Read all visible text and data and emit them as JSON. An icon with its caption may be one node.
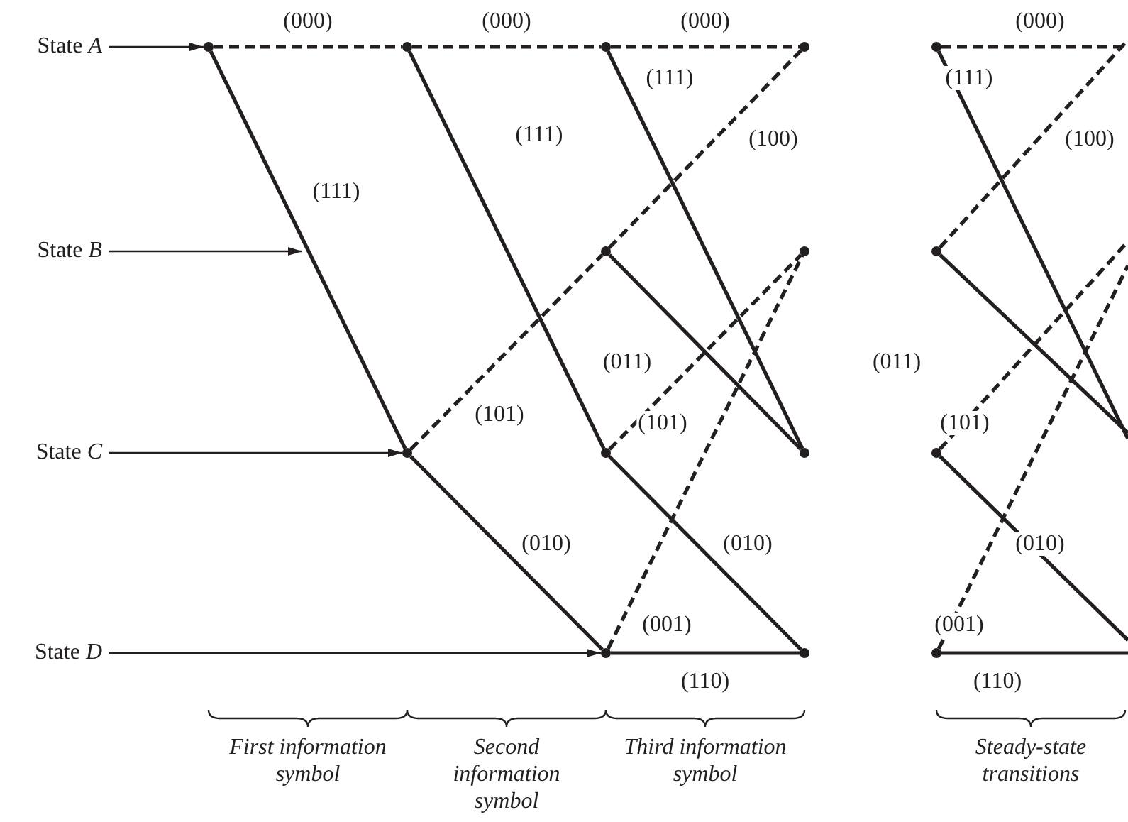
{
  "diagram": {
    "nodes": [
      {
        "text": [
          "State *A*"
        ]
      },
      {
        "text": [
          "State *B*"
        ]
      },
      {
        "text": [
          "State *C*"
        ]
      },
      {
        "text": [
          "State *D*"
        ]
      },
      {
        "text": [],
        "shape": "circle"
      },
      {
        "text": [],
        "shape": "circle"
      },
      {
        "text": [],
        "shape": "circle"
      },
      {
        "text": [],
        "shape": "circle"
      },
      {
        "text": [],
        "shape": "circle"
      },
      {
        "text": [],
        "shape": "circle"
      },
      {
        "text": [],
        "shape": "circle"
      },
      {
        "text": [],
        "shape": "circle"
      },
      {
        "text": [],
        "shape": "circle"
      },
      {
        "text": [],
        "shape": "circle"
      },
      {
        "text": [],
        "shape": "circle"
      },
      {
        "text": [],
        "shape": "circle"
      },
      {
        "text": [],
        "shape": "circle"
      },
      {
        "text": [],
        "shape": "circle"
      },
      {
        "text": [],
        "shape": "circle"
      }
    ],
    "edges": [
      {
        "from": 0,
        "to": 4,
        "arrow": "to"
      },
      {
        "from": 1,
        "to": null,
        "arrow": "to"
      },
      {
        "from": 2,
        "to": 6,
        "arrow": "to"
      },
      {
        "from": 3,
        "to": 10,
        "arrow": "to"
      },
      {
        "from": 4,
        "to": 5,
        "arrow": "none",
        "label": "(000)",
        "style": "dashed"
      },
      {
        "from": 4,
        "to": 6,
        "arrow": "none",
        "label": "(111)"
      },
      {
        "from": 5,
        "to": 7,
        "arrow": "none",
        "label": "(000)",
        "style": "dashed"
      },
      {
        "from": 5,
        "to": 9,
        "arrow": "none",
        "label": "(111)"
      },
      {
        "from": 6,
        "to": 8,
        "arrow": "none",
        "label": "(101)",
        "style": "dashed"
      },
      {
        "from": 6,
        "to": 10,
        "arrow": "none",
        "label": "(010)"
      },
      {
        "from": 7,
        "to": 11,
        "arrow": "none",
        "label": "(000)",
        "style": "dashed"
      },
      {
        "from": 7,
        "to": 13,
        "arrow": "none",
        "label": "(111)"
      },
      {
        "from": 8,
        "to": 11,
        "arrow": "none",
        "label": "(100)",
        "style": "dashed"
      },
      {
        "from": 8,
        "to": 13,
        "arrow": "none",
        "label": "(011)"
      },
      {
        "from": 9,
        "to": 12,
        "arrow": "none",
        "label": "(101)",
        "style": "dashed"
      },
      {
        "from": 9,
        "to": 14,
        "arrow": "none",
        "label": "(010)"
      },
      {
        "from": 10,
        "to": 12,
        "arrow": "none",
        "label": "(001)",
        "style": "dashed"
      },
      {
        "from": 10,
        "to": 14,
        "arrow": "none",
        "label": "(110)"
      },
      {
        "from": 15,
        "to": null,
        "arrow": "none",
        "label": "(000)",
        "style": "dashed"
      },
      {
        "from": 15,
        "to": null,
        "arrow": "none",
        "label": "(111)"
      },
      {
        "from": 16,
        "to": null,
        "arrow": "none",
        "label": "(100)",
        "style": "dashed"
      },
      {
        "from": 16,
        "to": null,
        "arrow": "none",
        "label": "(011)"
      },
      {
        "from": 17,
        "to": null,
        "arrow": "none",
        "label": "(101)",
        "style": "dashed"
      },
      {
        "from": 17,
        "to": null,
        "arrow": "none",
        "label": "(010)"
      },
      {
        "from": 18,
        "to": null,
        "arrow": "none",
        "label": "(001)",
        "style": "dashed"
      },
      {
        "from": 18,
        "to": null,
        "arrow": "none",
        "label": "(110)"
      }
    ],
    "labels": [
      "First information symbol",
      "Second information symbol",
      "Third information symbol",
      "Steady-state transitions"
    ]
  }
}
